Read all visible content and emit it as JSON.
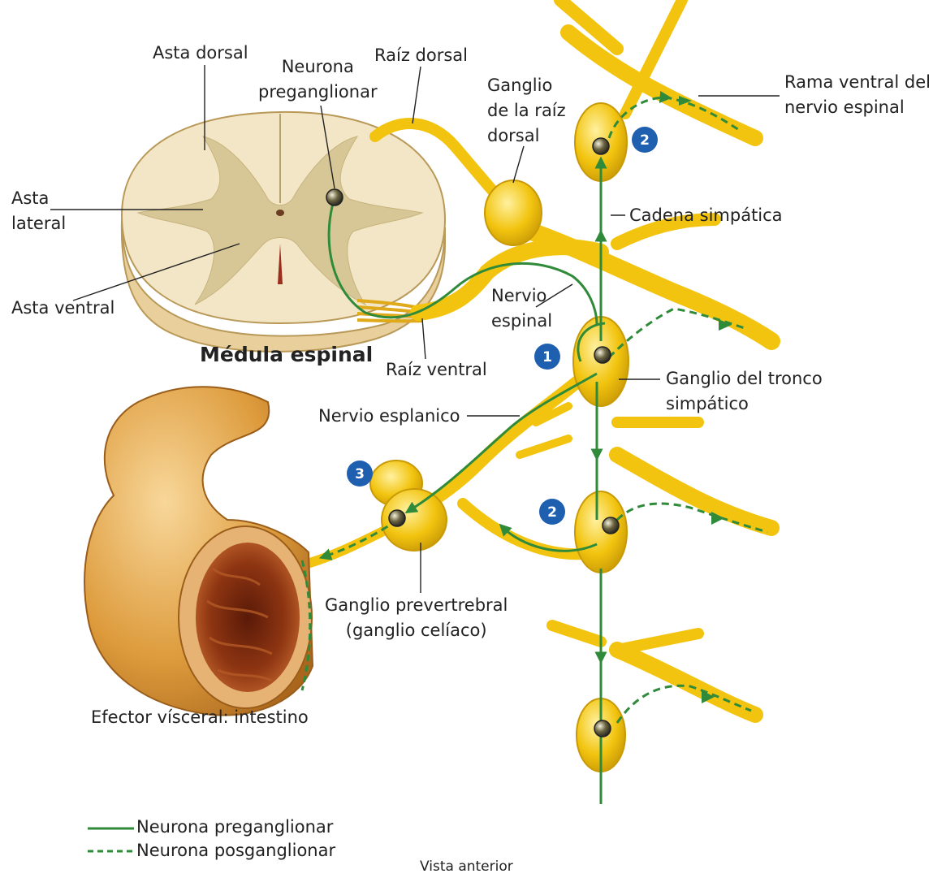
{
  "labels": {
    "asta_dorsal": "Asta dorsal",
    "neurona_preganglionar_cell": "Neurona\npreganglionar",
    "raiz_dorsal": "Raíz dorsal",
    "ganglio_raiz_dorsal": "Ganglio\nde la raíz\ndorsal",
    "rama_ventral": "Rama ventral del\nnervio espinal",
    "asta_lateral": "Asta\nlateral",
    "asta_ventral": "Asta ventral",
    "cadena_simpatica": "Cadena simpática",
    "nervio_espinal": "Nervio\nespinal",
    "medula_espinal": "Médula espinal",
    "raiz_ventral": "Raíz ventral",
    "ganglio_tronco": "Ganglio del tronco\nsimpático",
    "nervio_esplanico": "Nervio esplanico",
    "ganglio_prevertebral": "Ganglio prevertrebral\n(ganglio celíaco)",
    "efector": "Efector vísceral: intestino",
    "vista": "Vista anterior"
  },
  "badges": [
    "1",
    "2",
    "2",
    "3"
  ],
  "legend": {
    "preganglionar": "Neurona preganglionar",
    "posganglionar": "Neurona posganglionar"
  },
  "colors": {
    "nerve": "#f2c40f",
    "nerve_dark": "#c99a06",
    "nerve_light": "#fbe26a",
    "preganglionic": "#2f8a3a",
    "badge": "#1f5fb0",
    "cord_tan": "#efe2c2",
    "cord_gray": "#cbbf95",
    "intestine": "#d9912f"
  },
  "icons": {
    "neuron_body": "neuron-cell-body-icon",
    "badge": "step-number-badge"
  }
}
